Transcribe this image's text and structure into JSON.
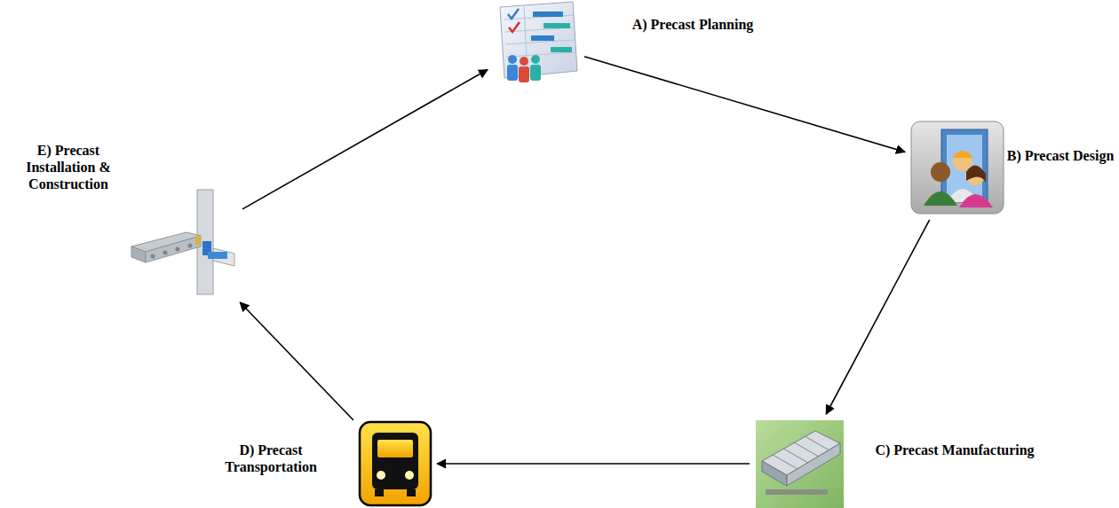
{
  "diagram": {
    "nodes": [
      {
        "text": [
          "A) Precast Planning"
        ]
      },
      {
        "text": [
          "B) Precast Design"
        ]
      },
      {
        "text": [
          "C) Precast Manufacturing"
        ]
      },
      {
        "text": [
          "D) Precast Transportation"
        ]
      },
      {
        "text": [
          "E) Precast Installation & Construction"
        ]
      }
    ],
    "edges": [
      {
        "from": 0,
        "to": 1,
        "arrow": "to"
      },
      {
        "from": 1,
        "to": 2,
        "arrow": "to"
      },
      {
        "from": 2,
        "to": 3,
        "arrow": "to"
      },
      {
        "from": 3,
        "to": 4,
        "arrow": "to"
      },
      {
        "from": 4,
        "to": 0,
        "arrow": "to"
      }
    ]
  }
}
